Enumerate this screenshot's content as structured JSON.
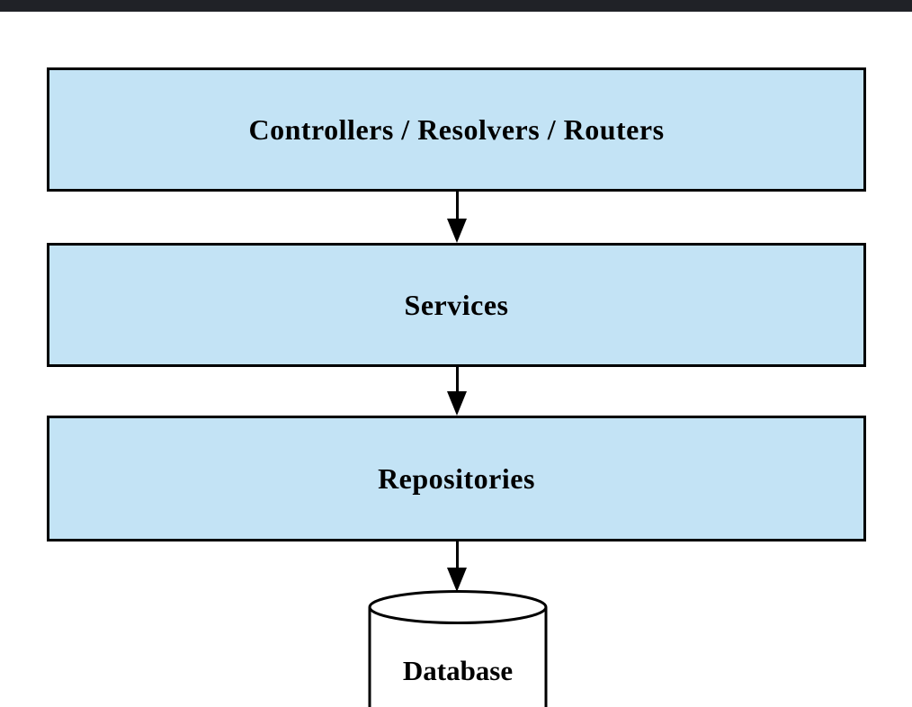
{
  "page": {
    "background_color": "#ffffff",
    "top_bar_color": "#202227"
  },
  "diagram": {
    "box_fill_color": "#c3e3f5",
    "box_border_color": "#000000",
    "arrow_color": "#000000",
    "layers": [
      {
        "label": "Controllers / Resolvers / Routers"
      },
      {
        "label": "Services"
      },
      {
        "label": "Repositories"
      }
    ],
    "database": {
      "label": "Database",
      "fill_color": "#ffffff"
    }
  }
}
